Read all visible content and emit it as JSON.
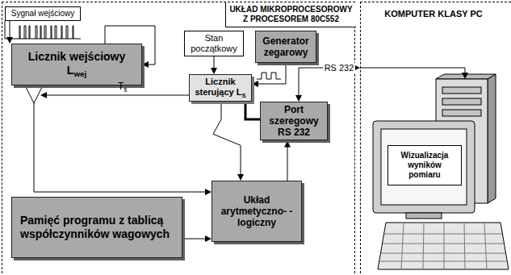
{
  "diagram": {
    "nodes": [
      {
        "text": [
          "UKŁAD MIKROPROCESOROWY Z PROCESOREM 80C552"
        ]
      },
      {
        "text": [
          "KOMPUTER KLASY PC"
        ]
      },
      {
        "text": [
          "Sygnał wejściowy"
        ],
        "in": 0
      },
      {
        "text": [
          "Licznik wejściowy L",
          "wej"
        ],
        "in": 0
      },
      {
        "text": [
          "Stan początkowy"
        ],
        "in": 0
      },
      {
        "text": [
          "Generator zegarowy"
        ],
        "in": 0
      },
      {
        "text": [
          "Licznik sterujący L",
          "S"
        ],
        "in": 0
      },
      {
        "text": [
          "Port szeregowy RS 232"
        ],
        "in": 0
      },
      {
        "text": [
          "Układ arytmetyczno- -logiczny"
        ],
        "in": 0
      },
      {
        "text": [
          "Pamięć programu z tablicą współczynników wagowych"
        ],
        "in": 0
      },
      {
        "text": [
          "Wizualizacja wyników pomiaru"
        ],
        "in": 1
      }
    ],
    "edges": [
      {
        "from": 2,
        "to": 3,
        "arrow": "to"
      },
      {
        "from": 3,
        "to": 8,
        "arrow": "to"
      },
      {
        "from": 4,
        "to": 6,
        "arrow": "to"
      },
      {
        "from": 5,
        "to": 6,
        "arrow": "to"
      },
      {
        "from": 6,
        "to": 7,
        "arrow": "none"
      },
      {
        "from": 6,
        "to": 8,
        "arrow": "to"
      },
      {
        "from": 8,
        "to": 7,
        "arrow": "to"
      },
      {
        "from": 9,
        "to": 8,
        "arrow": "to"
      },
      {
        "from": 7,
        "to": 1,
        "label": "RS 232",
        "arrow": "both"
      }
    ],
    "labels": [
      "T",
      "s"
    ]
  }
}
